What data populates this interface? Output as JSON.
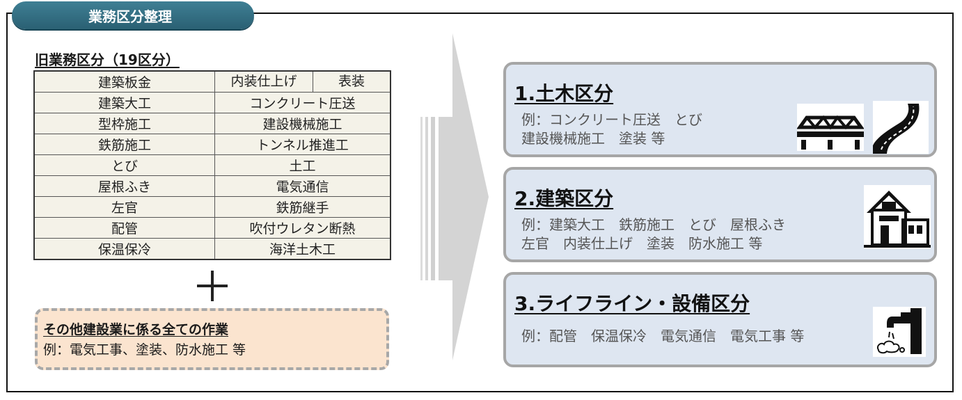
{
  "header": {
    "title": "業務区分整理"
  },
  "old": {
    "title": "旧業務区分（19区分）",
    "rows": [
      [
        "建築板金",
        "内装仕上げ",
        "表装"
      ],
      [
        "建築大工",
        "コンクリート圧送"
      ],
      [
        "型枠施工",
        "建設機械施工"
      ],
      [
        "鉄筋施工",
        "トンネル推進工"
      ],
      [
        "とび",
        "土工"
      ],
      [
        "屋根ふき",
        "電気通信"
      ],
      [
        "左官",
        "鉄筋継手"
      ],
      [
        "配管",
        "吹付ウレタン断熱"
      ],
      [
        "保温保冷",
        "海洋土木工"
      ]
    ]
  },
  "other": {
    "title": "その他建設業に係る全ての作業",
    "example": "例：電気工事、塗装、防水施工 等"
  },
  "categories": [
    {
      "title": "1.土木区分",
      "lines": [
        "例：コンクリート圧送　とび",
        "建設機械施工　塗装 等"
      ],
      "icons": [
        "bridge-icon",
        "road-icon"
      ]
    },
    {
      "title": "2.建築区分",
      "lines": [
        "例：建築大工　鉄筋施工　とび　屋根ふき",
        "左官　内装仕上げ　塗装　防水施工 等"
      ],
      "icons": [
        "house-icon"
      ]
    },
    {
      "title": "3.ライフライン・設備区分",
      "lines": [
        "例：配管　保温保冷　電気通信　電気工事 等"
      ],
      "icons": [
        "faucet-icon"
      ]
    }
  ],
  "colors": {
    "header": "#2f6c80",
    "category_bg": "#dee6f1",
    "other_bg": "#fbe4cf",
    "table_bg": "#f4f2e8"
  }
}
